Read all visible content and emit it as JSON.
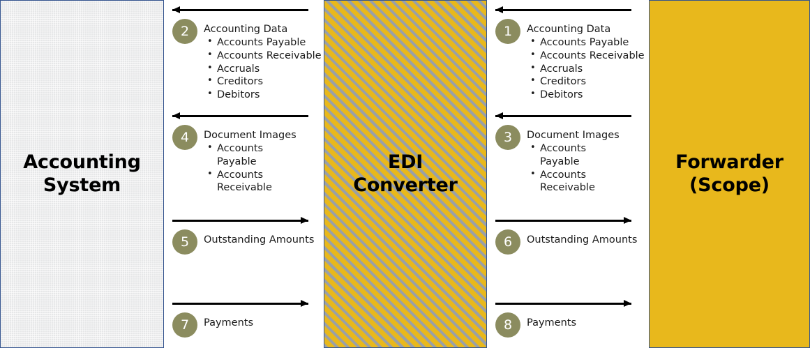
{
  "diagram": {
    "title": "EDI Converter interface flows",
    "colors": {
      "accent_gold": "#e8b81c",
      "hatch_grey": "#9aa0a6",
      "badge_olive": "#8b8c5f",
      "box_border_blue": "#33538e",
      "panel_grey": "#e6e7e8",
      "arrow_black": "#000000"
    }
  },
  "entities": {
    "left": {
      "name": "accounting-system",
      "label": "Accounting\nSystem"
    },
    "center": {
      "name": "edi-converter",
      "label": "EDI\nConverter"
    },
    "right": {
      "name": "forwarder-scope",
      "label": "Forwarder\n(Scope)"
    }
  },
  "flows_left": [
    {
      "number": "2",
      "title": "Accounting Data",
      "items": [
        "Accounts Payable",
        "Accounts Receivable",
        "Accruals",
        "Creditors",
        "Debitors"
      ],
      "arrow_direction": "left",
      "arrow_name": "arrow-edi-to-accounting-data"
    },
    {
      "number": "4",
      "title": "Document Images",
      "items": [
        "Accounts\nPayable",
        "Accounts\nReceivable"
      ],
      "arrow_direction": "left",
      "arrow_name": "arrow-edi-to-accounting-images"
    },
    {
      "number": "5",
      "title": "Outstanding\nAmounts",
      "items": [],
      "arrow_direction": "right",
      "arrow_name": "arrow-accounting-to-edi-amounts"
    },
    {
      "number": "7",
      "title": "Payments",
      "items": [],
      "arrow_direction": "right",
      "arrow_name": "arrow-accounting-to-edi-payments"
    }
  ],
  "flows_right": [
    {
      "number": "1",
      "title": "Accounting Data",
      "items": [
        "Accounts Payable",
        "Accounts Receivable",
        "Accruals",
        "Creditors",
        "Debitors"
      ],
      "arrow_direction": "left",
      "arrow_name": "arrow-forwarder-to-edi-data"
    },
    {
      "number": "3",
      "title": "Document Images",
      "items": [
        "Accounts\nPayable",
        "Accounts\nReceivable"
      ],
      "arrow_direction": "left",
      "arrow_name": "arrow-forwarder-to-edi-images"
    },
    {
      "number": "6",
      "title": "Outstanding\nAmounts",
      "items": [],
      "arrow_direction": "right",
      "arrow_name": "arrow-edi-to-forwarder-amounts"
    },
    {
      "number": "8",
      "title": "Payments",
      "items": [],
      "arrow_direction": "right",
      "arrow_name": "arrow-edi-to-forwarder-payments"
    }
  ]
}
